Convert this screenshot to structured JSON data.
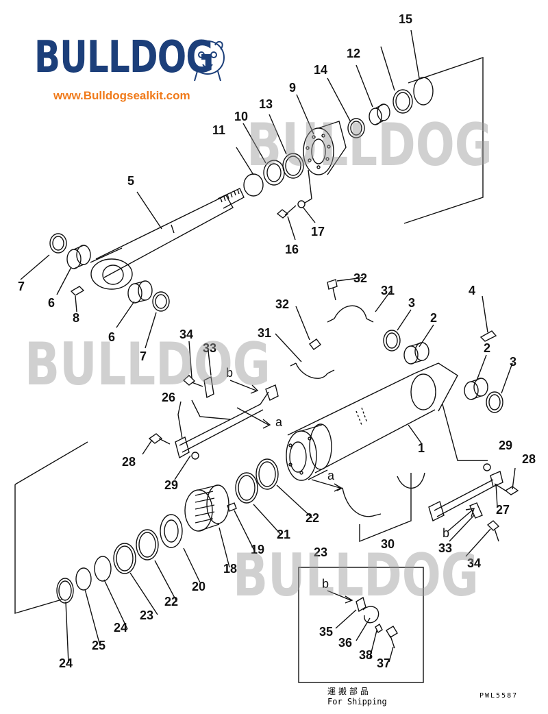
{
  "brand": {
    "name": "BULLDOG",
    "url": "www.Bulldogsealkit.com",
    "primary_color": "#1c3f7a",
    "url_color": "#f07a1a"
  },
  "watermark": {
    "text": "BULLDOG"
  },
  "callouts": [
    "1",
    "2",
    "2",
    "3",
    "3",
    "4",
    "5",
    "6",
    "6",
    "7",
    "7",
    "8",
    "9",
    "10",
    "11",
    "12",
    "13",
    "14",
    "15",
    "16",
    "17",
    "18",
    "19",
    "20",
    "21",
    "22",
    "22",
    "23",
    "23",
    "24",
    "24",
    "25",
    "26",
    "27",
    "28",
    "28",
    "29",
    "29",
    "30",
    "31",
    "31",
    "32",
    "32",
    "33",
    "33",
    "34",
    "34",
    "35",
    "36",
    "37",
    "38"
  ],
  "view_letters": [
    "a",
    "a",
    "b",
    "b",
    "b"
  ],
  "shipping_box": {
    "chinese": "運搬部品",
    "english": "For Shipping"
  },
  "drawing_code": "PWL5587"
}
